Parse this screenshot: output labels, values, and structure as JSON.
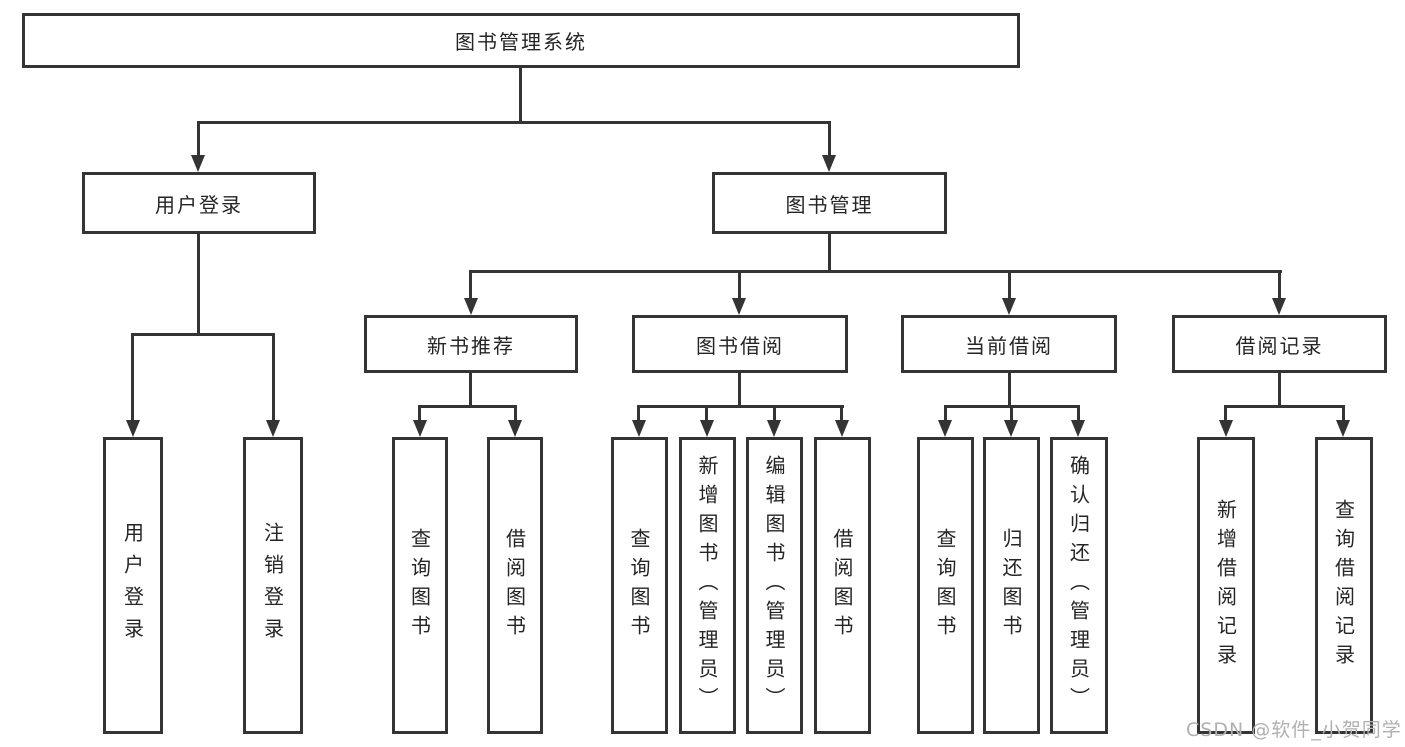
{
  "diagram": {
    "root": {
      "label": "图书管理系统"
    },
    "branches": {
      "user_login": {
        "label": "用户登录",
        "children": [
          {
            "label": "用户登录"
          },
          {
            "label": "注销登录"
          }
        ]
      },
      "book_management": {
        "label": "图书管理",
        "children": [
          {
            "label": "新书推荐",
            "children": [
              {
                "label": "查询图书"
              },
              {
                "label": "借阅图书"
              }
            ]
          },
          {
            "label": "图书借阅",
            "children": [
              {
                "label": "查询图书"
              },
              {
                "label": "新增图书（管理员）"
              },
              {
                "label": "编辑图书（管理员）"
              },
              {
                "label": "借阅图书"
              }
            ]
          },
          {
            "label": "当前借阅",
            "children": [
              {
                "label": "查询图书"
              },
              {
                "label": "归还图书"
              },
              {
                "label": "确认归还（管理员）"
              }
            ]
          },
          {
            "label": "借阅记录",
            "children": [
              {
                "label": "新增借阅记录"
              },
              {
                "label": "查询借阅记录"
              }
            ]
          }
        ]
      }
    }
  },
  "watermark": {
    "text": "CSDN @软件_小贺同学",
    "color": "#b0b0b0"
  },
  "colors": {
    "border": "#343434",
    "line": "#343434",
    "text": "#252525",
    "background": "#ffffff"
  }
}
